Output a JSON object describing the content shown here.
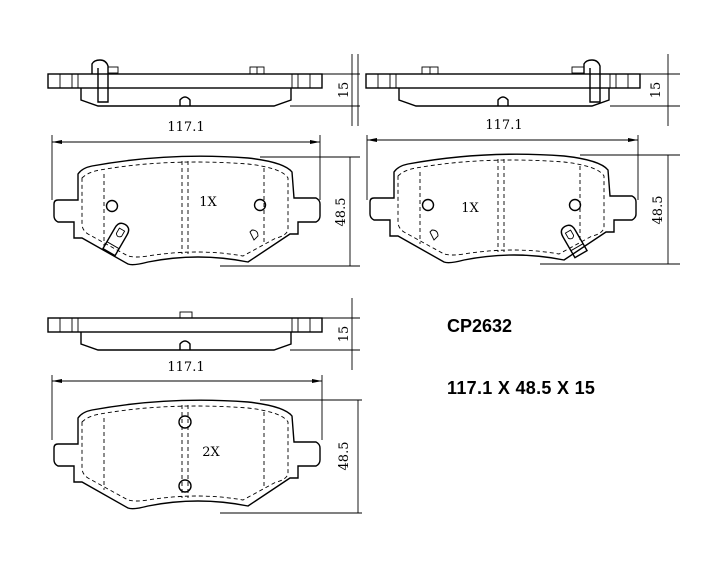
{
  "part": {
    "number": "CP2632",
    "dimensions_text": "117.1 X 48.5 X 15",
    "length": "117.1",
    "height": "48.5",
    "thickness": "15"
  },
  "views": [
    {
      "id": "pad-a",
      "quantity_label": "1X",
      "width_dim": "117.1",
      "height_dim": "48.5",
      "thickness_dim": "15",
      "features": [
        "wear-indicator-left",
        "two-holes"
      ]
    },
    {
      "id": "pad-b",
      "quantity_label": "1X",
      "width_dim": "117.1",
      "height_dim": "48.5",
      "thickness_dim": "15",
      "features": [
        "wear-indicator-right",
        "two-holes"
      ]
    },
    {
      "id": "pad-c",
      "quantity_label": "2X",
      "width_dim": "117.1",
      "height_dim": "48.5",
      "thickness_dim": "15",
      "features": [
        "center-holes"
      ]
    }
  ],
  "colors": {
    "line": "#000000",
    "background": "#ffffff"
  }
}
